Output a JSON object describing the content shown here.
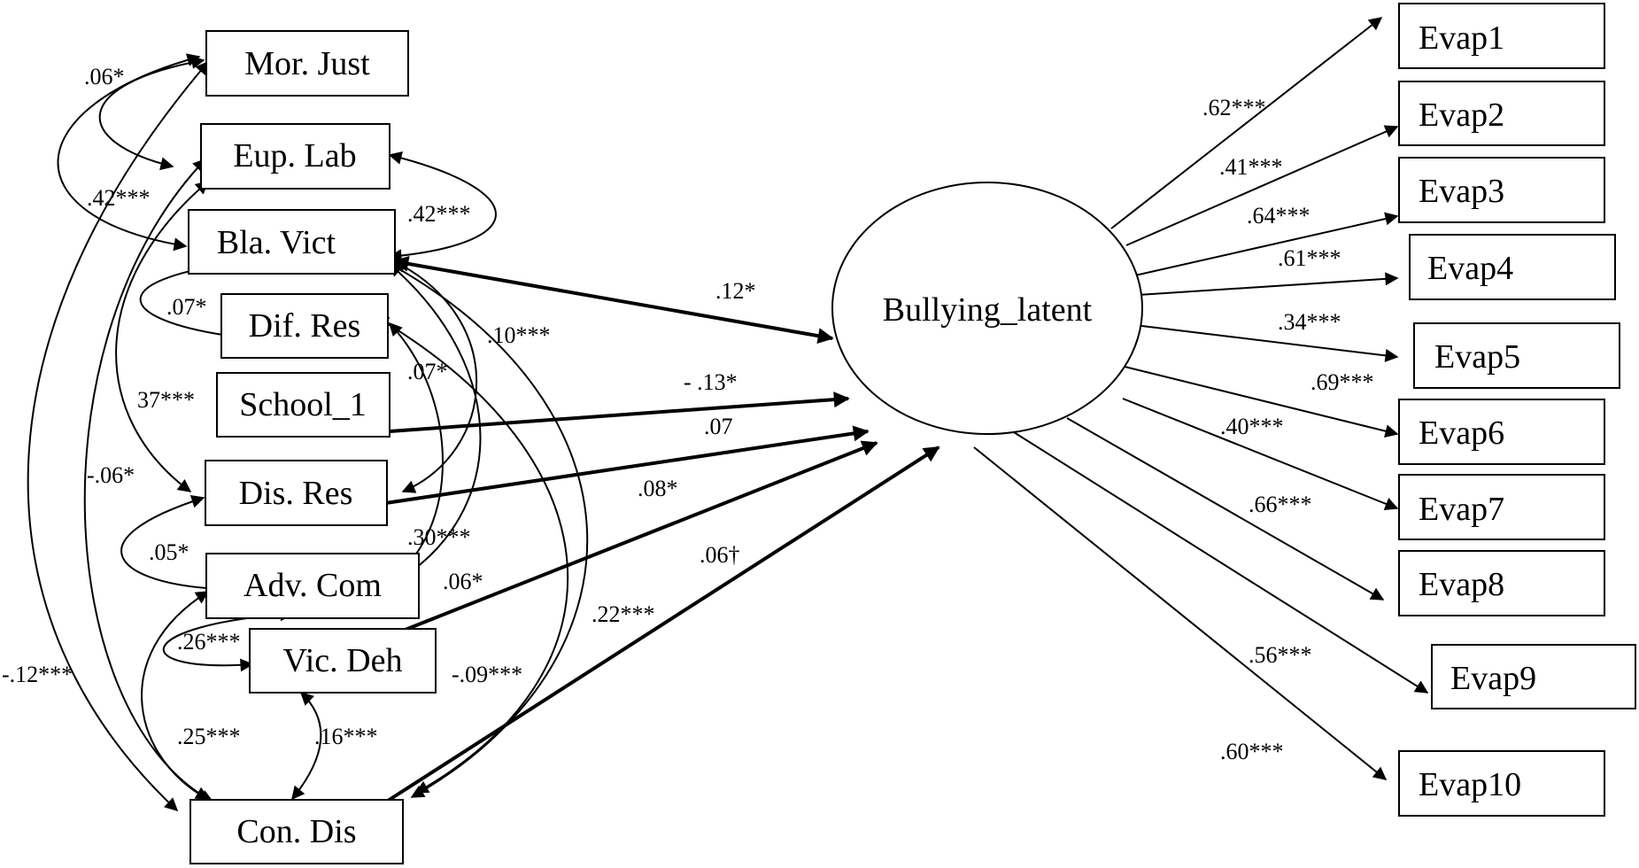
{
  "nodes": {
    "mor_just": "Mor. Just",
    "eup_lab": "Eup. Lab",
    "bla_vict": "Bla. Vict",
    "dif_res": "Dif. Res",
    "school_1": "School_1",
    "dis_res": "Dis. Res",
    "adv_com": "Adv. Com",
    "vic_deh": "Vic. Deh",
    "con_dis": "Con. Dis",
    "latent": "Bullying_latent",
    "evap1": "Evap1",
    "evap2": "Evap2",
    "evap3": "Evap3",
    "evap4": "Evap4",
    "evap5": "Evap5",
    "evap6": "Evap6",
    "evap7": "Evap7",
    "evap8": "Evap8",
    "evap9": "Evap9",
    "evap10": "Evap10"
  },
  "paths": {
    "bla_vict": ".12*",
    "school_1": "- .13*",
    "dis_res": ".07",
    "vic_deh": ".08*",
    "con_dis": ".06†"
  },
  "loadings": {
    "evap1": ".62***",
    "evap2": ".41***",
    "evap3": ".64***",
    "evap4": ".61***",
    "evap5": ".34***",
    "evap6": ".69***",
    "evap7": ".40***",
    "evap8": ".66***",
    "evap9": ".56***",
    "evap10": ".60***"
  },
  "covariances": {
    "c1": ".06*",
    "c2": ".42***",
    "c3": ".42***",
    "c4": ".07*",
    "c5": ".10***",
    "c6": ".07*",
    "c7": "37***",
    "c8": "-.06*",
    "c9": ".05*",
    "c10": ".30***",
    "c11": ".06*",
    "c12": ".26***",
    "c13": ".22***",
    "c14": "-.12***",
    "c15": "-.09***",
    "c16": ".25***",
    "c17": ".16***"
  }
}
